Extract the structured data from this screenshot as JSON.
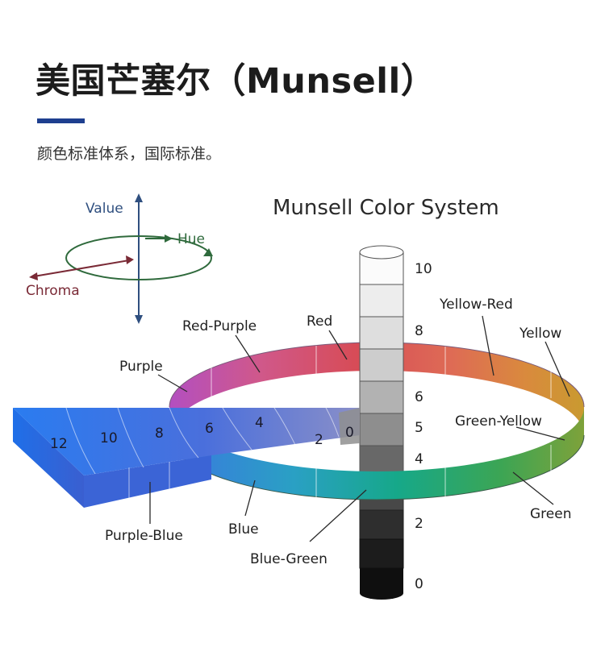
{
  "header": {
    "title": "美国芒塞尔（Munsell）",
    "subtitle": "颜色标准体系，国际标准。",
    "rule_color": "#1e3f8f"
  },
  "diagram": {
    "title": "Munsell Color System",
    "axes_legend": {
      "value_label": "Value",
      "hue_label": "Hue",
      "chroma_label": "Chroma",
      "value_color": "#2f4f7f",
      "hue_color": "#2f6a3c",
      "chroma_color": "#7a2a36"
    },
    "value_scale": [
      "10",
      "8",
      "6",
      "5",
      "4",
      "2",
      "0"
    ],
    "chroma_scale": [
      "12",
      "10",
      "8",
      "6",
      "4",
      "2",
      "0"
    ],
    "hue_labels": {
      "red_purple": "Red-Purple",
      "red": "Red",
      "yellow_red": "Yellow-Red",
      "yellow": "Yellow",
      "purple": "Purple",
      "green_yellow": "Green-Yellow",
      "green": "Green",
      "blue": "Blue",
      "blue_green": "Blue-Green",
      "purple_blue": "Purple-Blue"
    }
  }
}
